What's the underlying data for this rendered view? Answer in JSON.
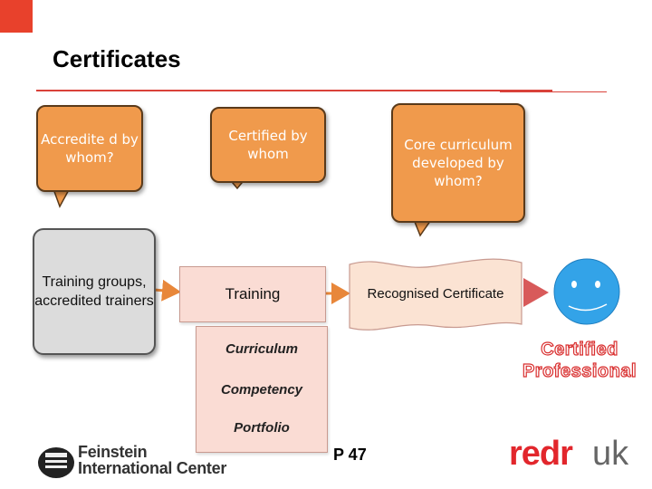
{
  "slide": {
    "title": "Certificates",
    "bubbles": {
      "accredited": "Accredite d by whom?",
      "certified_by": "Certified by whom",
      "core_curriculum": "Core curriculum developed by whom?"
    },
    "training_groups": "Training groups, accredited trainers",
    "training": "Training",
    "training_items": [
      "Curriculum",
      "Competency",
      "Portfolio"
    ],
    "recognised_certificate": "Recognised Certificate",
    "certified_professional": [
      "Certified",
      "Professional"
    ],
    "page_number": "P 47"
  },
  "logos": {
    "feinstein_line1": "Feinstein",
    "feinstein_line2": "International Center",
    "redr": "redr",
    "uk": "uk"
  },
  "colors": {
    "accent": "#d9423a",
    "bubble": "#f09a4c",
    "training_fill": "#fadcd4",
    "certificate_fill": "#fbe3d3",
    "smiley": "#33a3e8"
  }
}
